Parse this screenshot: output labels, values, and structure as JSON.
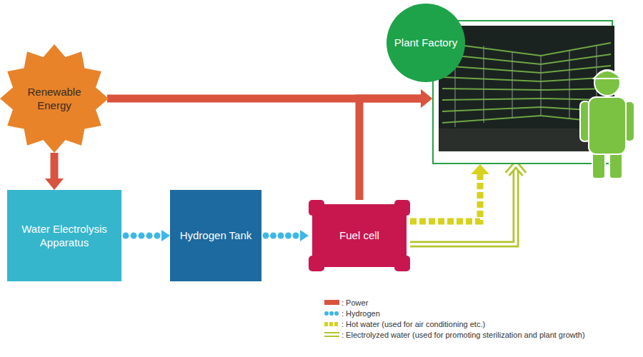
{
  "diagram": {
    "nodes": [
      {
        "text": [
          "Renewable Energy"
        ]
      },
      {
        "text": [
          "Water Electrolysis Apparatus"
        ]
      },
      {
        "text": [
          "Hydrogen Tank"
        ]
      },
      {
        "text": [
          "Fuel cell"
        ]
      },
      {
        "text": [
          "Plant Factory"
        ]
      }
    ],
    "edges": [
      {
        "from": 0,
        "to": 1,
        "arrow": "to"
      },
      {
        "from": 0,
        "to": 4,
        "arrow": "to"
      },
      {
        "from": 1,
        "to": 2,
        "arrow": "to"
      },
      {
        "from": 2,
        "to": 3,
        "arrow": "to"
      },
      {
        "from": 3,
        "to": 4,
        "arrow": "to"
      },
      {
        "from": 3,
        "to": 4,
        "arrow": "to"
      },
      {
        "from": 3,
        "to": 4,
        "arrow": "to"
      }
    ],
    "legend": [
      {
        "text": ": Power",
        "color": "#d9533f"
      },
      {
        "text": ": Hydrogen"
      },
      {
        "text": ": Hot water (used for air conditioning etc.)"
      },
      {
        "text": ": Electrolyzed water (used for promoting sterilization and plant growth)"
      }
    ]
  }
}
